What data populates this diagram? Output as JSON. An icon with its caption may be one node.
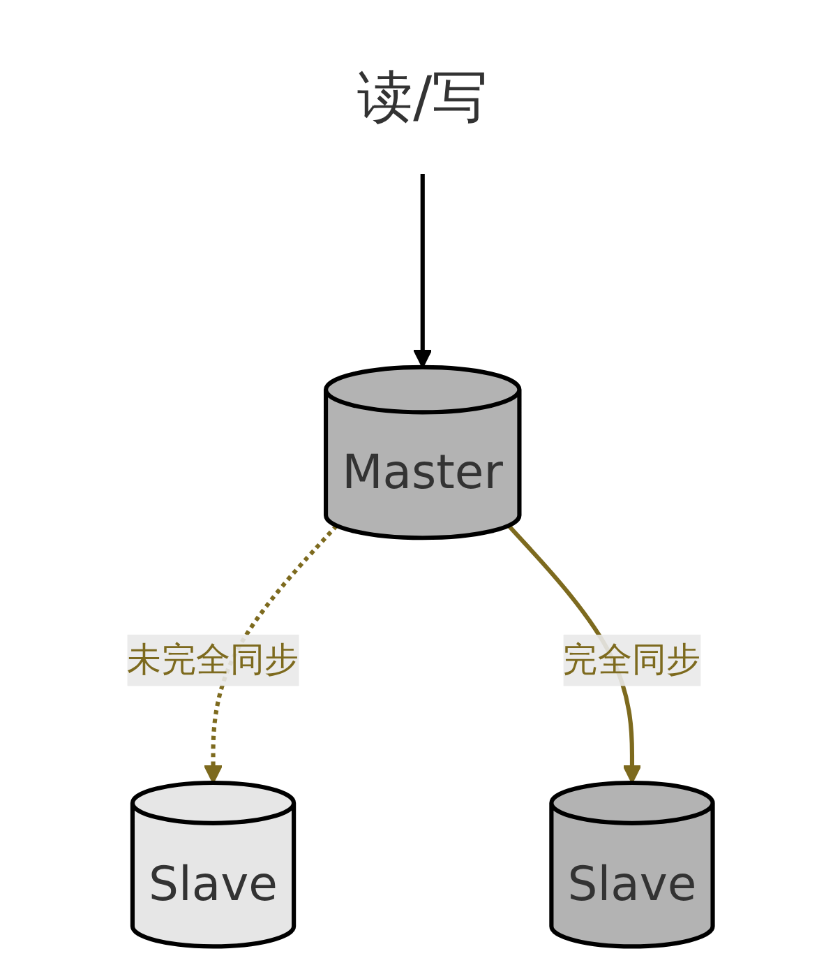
{
  "diagram": {
    "nodes": [
      {
        "text": [
          "读/写"
        ]
      },
      {
        "text": [
          "Master"
        ]
      },
      {
        "text": [
          "Slave"
        ]
      },
      {
        "text": [
          "Slave"
        ]
      }
    ],
    "edges": [
      {
        "from": 0,
        "to": 1,
        "arrow": "to",
        "color": "#000000"
      },
      {
        "from": 1,
        "to": 2,
        "arrow": "to",
        "label": "未完全同步",
        "style": "dashed",
        "color": "#7d6a1e"
      },
      {
        "from": 1,
        "to": 3,
        "arrow": "to",
        "label": "完全同步",
        "color": "#7d6a1e"
      }
    ]
  }
}
